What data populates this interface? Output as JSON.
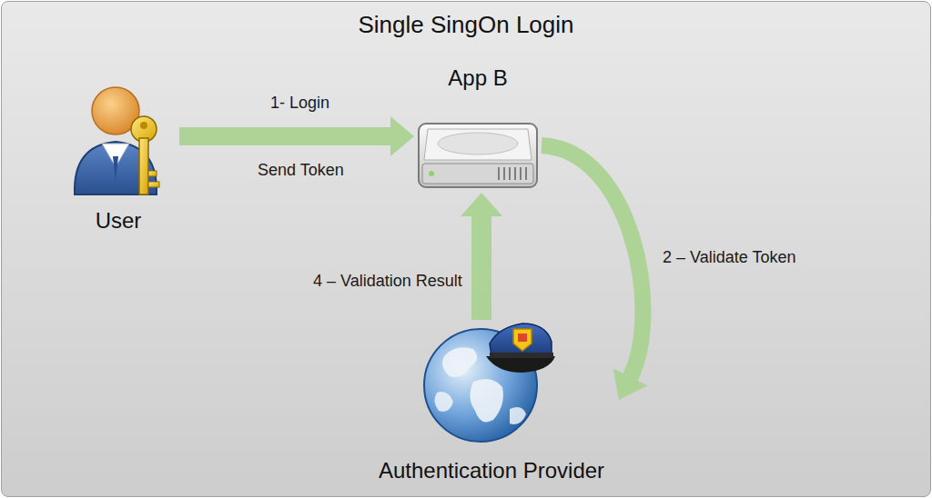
{
  "diagram": {
    "title": "Single SingOn Login",
    "nodes": [
      {
        "text": [
          "User"
        ]
      },
      {
        "text": [
          "App B"
        ]
      },
      {
        "text": [
          "Authentication Provider"
        ]
      }
    ],
    "edges": [
      {
        "from": 0,
        "to": 1,
        "arrow": "to",
        "label": "1- Login"
      },
      {
        "from": 1,
        "to": 2,
        "arrow": "to",
        "label": "2 – Validate Token"
      },
      {
        "from": 2,
        "to": 1,
        "arrow": "to",
        "label": "4 – Validation Result"
      }
    ],
    "labels": [
      "Send Token"
    ]
  }
}
